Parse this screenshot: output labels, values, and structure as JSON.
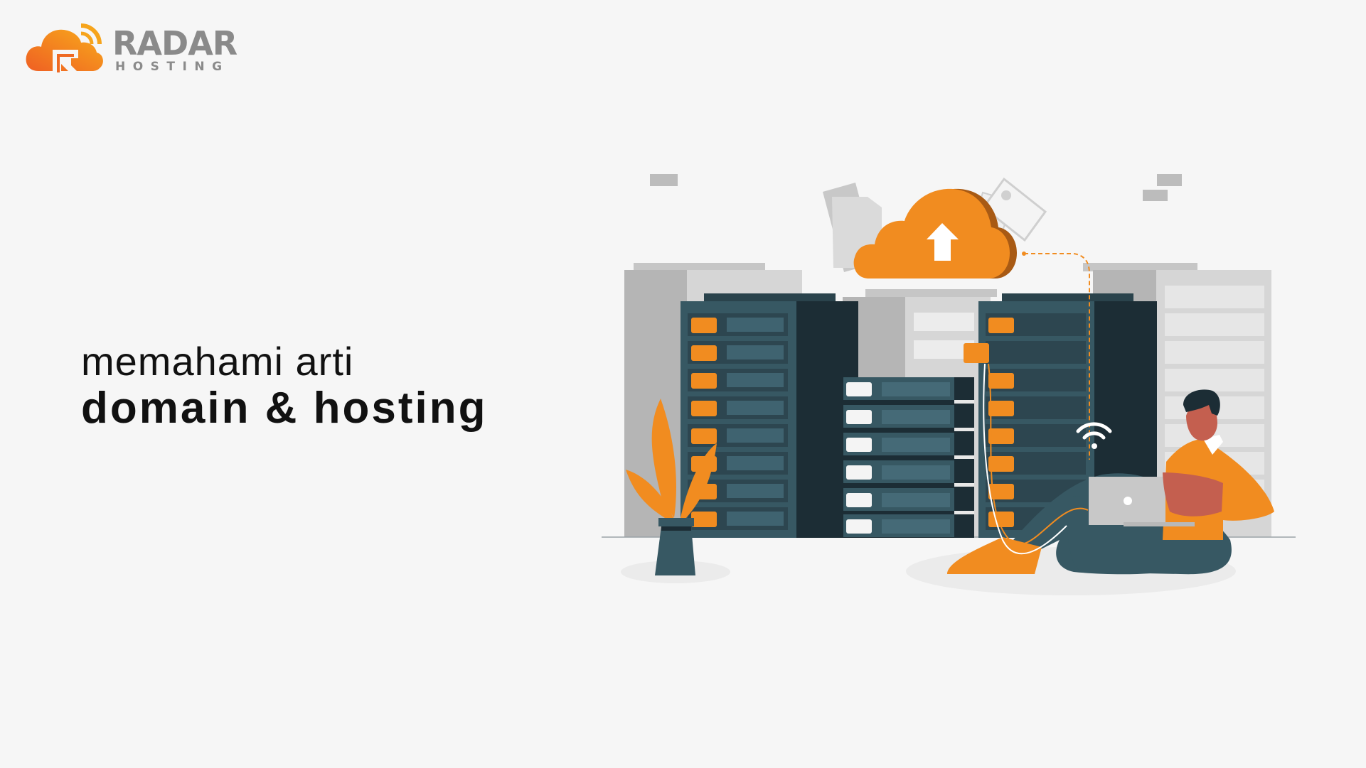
{
  "brand": {
    "name_main": "RADAR",
    "name_sub": "HOSTING",
    "colors": {
      "orange_start": "#f26b23",
      "orange_end": "#f7a81b",
      "gray_text": "#8a8a8a"
    }
  },
  "headline": {
    "line1": "memahami arti",
    "line2": "domain & hosting"
  },
  "illustration": {
    "description": "Person with laptop sitting beside server racks with an upload cloud",
    "icons": [
      "cloud-upload-icon",
      "document-icon",
      "image-icon",
      "wifi-icon",
      "plant-icon",
      "laptop-icon"
    ],
    "colors": {
      "background": "#f6f6f6",
      "accent_orange": "#f18c20",
      "cloud_shadow": "#a85a14",
      "server_front": "#375863",
      "server_side": "#1c2d35",
      "server_slot": "#2d4650",
      "gray_rack": "#d6d6d6",
      "gray_rack_dark": "#b5b5b5",
      "skin": "#c45f4f",
      "pants": "#375863",
      "laptop": "#c8c8c8",
      "shadow": "#ebebeb"
    }
  }
}
